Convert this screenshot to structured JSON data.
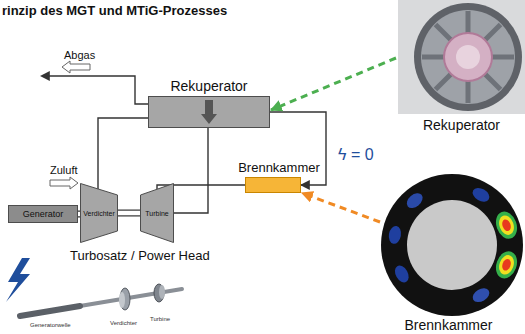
{
  "diagram": {
    "title": "rinzip des MGT und MTiG-Prozesses",
    "nodes": [
      {
        "text": [
          "Rekuperator"
        ]
      },
      {
        "text": [
          "Rekuperator"
        ]
      },
      {
        "text": [
          "Brennkammer"
        ]
      },
      {
        "text": [
          "Verdichter"
        ]
      },
      {
        "text": [
          "Turbine"
        ]
      },
      {
        "text": [
          "Generator"
        ]
      },
      {
        "text": [
          "Brennkammer"
        ]
      }
    ],
    "edges": [
      {
        "from": 3,
        "to": 0,
        "arrow": "none"
      },
      {
        "from": 0,
        "to": 2,
        "arrow": "to"
      },
      {
        "from": 2,
        "to": 4,
        "arrow": "none"
      },
      {
        "from": 4,
        "to": 0,
        "arrow": "none"
      },
      {
        "from": 5,
        "to": 3,
        "arrow": "none"
      },
      {
        "from": 3,
        "to": 4,
        "arrow": "none"
      },
      {
        "from": 1,
        "to": 0,
        "arrow": "to"
      },
      {
        "from": 6,
        "to": 2,
        "arrow": "to"
      }
    ],
    "labels": [
      "Abgas",
      "Zuluft",
      "Turbosatz / Power Head",
      "ϟ = 0",
      "Generatorwelle",
      "Verdichter",
      "Turbine"
    ]
  }
}
